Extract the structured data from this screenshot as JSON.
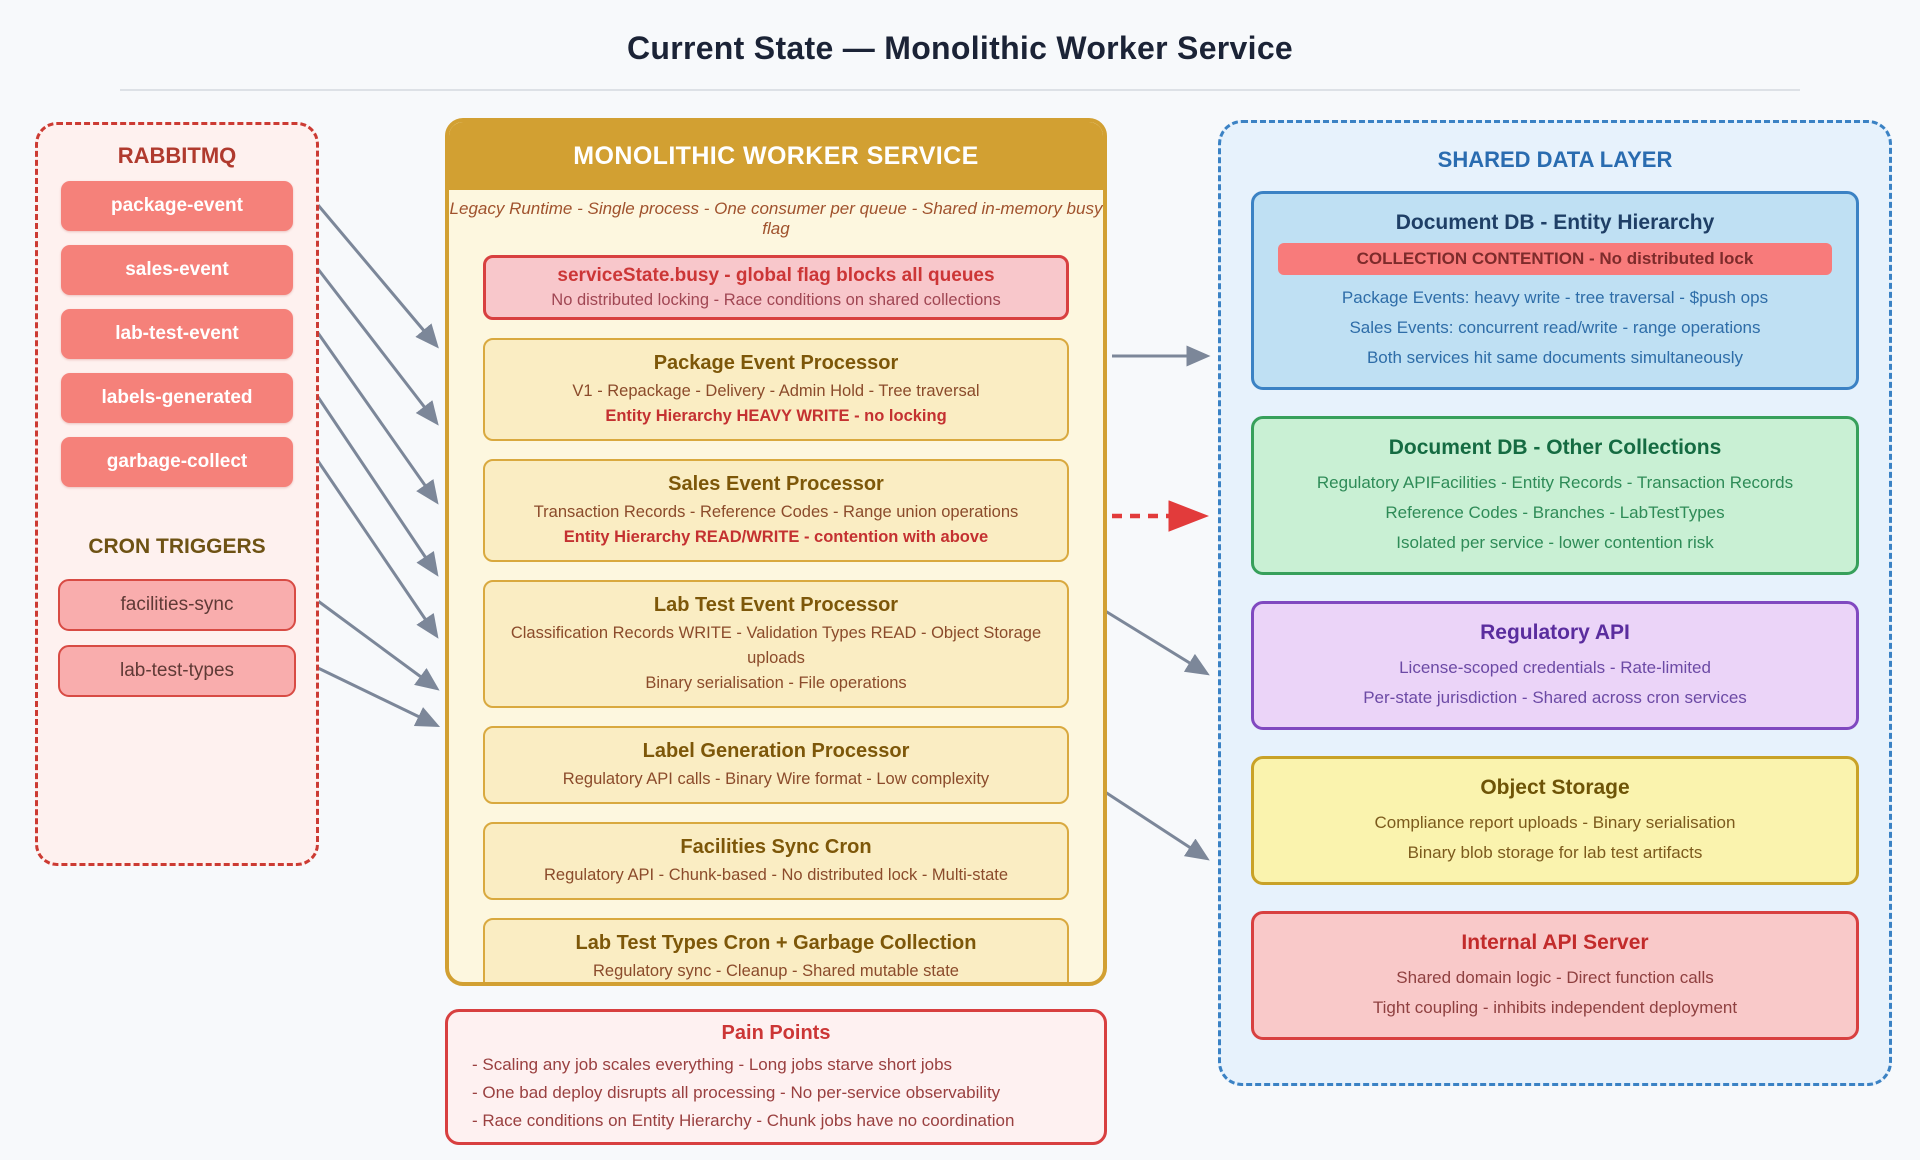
{
  "title": "Current State — Monolithic Worker Service",
  "rabbitmq": {
    "title": "RABBITMQ",
    "queues": [
      "package-event",
      "sales-event",
      "lab-test-event",
      "labels-generated",
      "garbage-collect"
    ],
    "cron_title": "CRON TRIGGERS",
    "crons": [
      "facilities-sync",
      "lab-test-types"
    ]
  },
  "monolith": {
    "title": "MONOLITHIC WORKER SERVICE",
    "subtitle": "Legacy Runtime - Single process - One consumer per queue - Shared in-memory busy flag",
    "alert": {
      "title": "serviceState.busy - global flag blocks all queues",
      "subtitle": "No distributed locking - Race conditions on shared collections"
    },
    "processors": [
      {
        "title": "Package Event Processor",
        "lines": [
          "V1 - Repackage - Delivery - Admin Hold - Tree traversal"
        ],
        "warning": "Entity Hierarchy HEAVY WRITE - no locking"
      },
      {
        "title": "Sales Event Processor",
        "lines": [
          "Transaction Records - Reference Codes - Range union operations"
        ],
        "warning": "Entity Hierarchy READ/WRITE - contention with above"
      },
      {
        "title": "Lab Test Event Processor",
        "lines": [
          "Classification Records WRITE - Validation Types READ - Object Storage uploads",
          "Binary serialisation - File operations"
        ]
      },
      {
        "title": "Label Generation Processor",
        "lines": [
          "Regulatory API calls - Binary Wire format - Low complexity"
        ]
      },
      {
        "title": "Facilities Sync Cron",
        "lines": [
          "Regulatory API - Chunk-based - No distributed lock - Multi-state"
        ]
      },
      {
        "title": "Lab Test Types Cron + Garbage Collection",
        "lines": [
          "Regulatory sync - Cleanup - Shared mutable state"
        ]
      }
    ]
  },
  "pain_points": {
    "title": "Pain Points",
    "items": [
      "- Scaling any job scales everything - Long jobs starve short jobs",
      "- One bad deploy disrupts all processing - No per-service observability",
      "- Race conditions on Entity Hierarchy - Chunk jobs have no coordination"
    ]
  },
  "shared_data_layer": {
    "title": "SHARED DATA LAYER",
    "boxes": [
      {
        "title": "Document DB - Entity Hierarchy",
        "badge": "COLLECTION CONTENTION - No distributed lock",
        "lines": [
          "Package Events: heavy write - tree traversal - $push ops",
          "Sales Events: concurrent read/write - range operations",
          "Both services hit same documents simultaneously"
        ],
        "theme": "blue"
      },
      {
        "title": "Document DB - Other Collections",
        "lines": [
          "Regulatory APIFacilities - Entity Records - Transaction Records",
          "Reference Codes - Branches - LabTestTypes",
          "Isolated per service - lower contention risk"
        ],
        "theme": "green"
      },
      {
        "title": "Regulatory API",
        "lines": [
          "License-scoped credentials - Rate-limited",
          "Per-state jurisdiction - Shared across cron services"
        ],
        "theme": "purple"
      },
      {
        "title": "Object Storage",
        "lines": [
          "Compliance report uploads - Binary serialisation",
          "Binary blob storage for lab test artifacts"
        ],
        "theme": "yellow"
      },
      {
        "title": "Internal API Server",
        "lines": [
          "Shared domain logic - Direct function calls",
          "Tight coupling - inhibits independent deployment"
        ],
        "theme": "red"
      }
    ]
  },
  "palette": {
    "queue_arrow": "#7C8799",
    "contention_arrow": "#E23B3B",
    "rabbitmq_accent": "#CC3B33",
    "monolith_accent": "#D2A032",
    "shared_accent": "#3B82C4"
  }
}
